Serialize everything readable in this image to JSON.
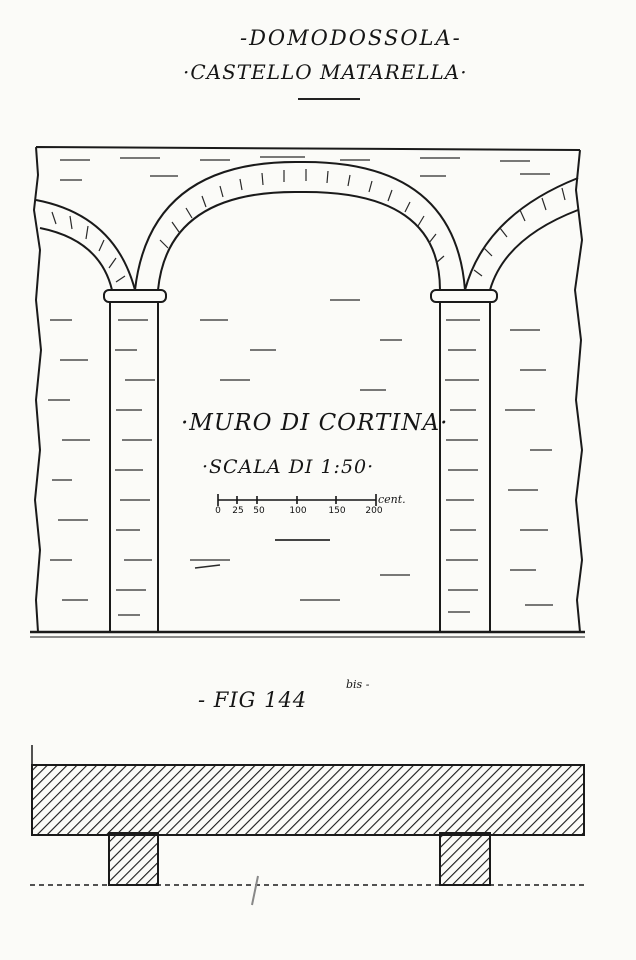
{
  "header": {
    "title_line_1": "-DOMODOSSOLA-",
    "title_line_2": "·CASTELLO MATARELLA·"
  },
  "elevation": {
    "label": "·MURO DI CORTINA·",
    "scale_label": "·SCALA DI 1:50·",
    "scale_bar": {
      "ticks": [
        "0",
        "25",
        "50",
        "100",
        "150",
        "200"
      ],
      "unit": "cent."
    }
  },
  "figure": {
    "label": "- FIG 144",
    "superscript": "bis -"
  },
  "colors": {
    "ink": "#151515",
    "paper": "#fbfbf8"
  }
}
